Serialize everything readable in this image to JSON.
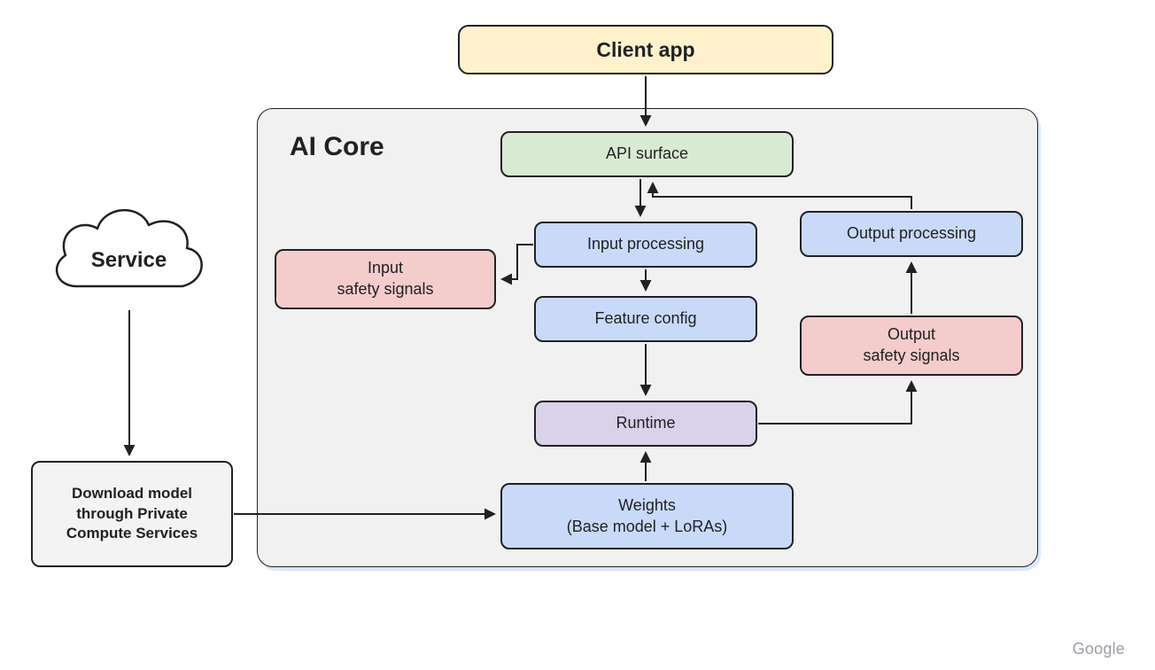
{
  "diagram": {
    "title": "AI Core",
    "footer_logo": "Google",
    "nodes": {
      "client_app": {
        "label": "Client app",
        "fill": "#FFF2CC"
      },
      "api_surface": {
        "label": "API surface",
        "fill": "#D9EAD3"
      },
      "input_processing": {
        "label": "Input processing",
        "fill": "#C9DAF8"
      },
      "input_safety_signals": {
        "label": "Input\nsafety signals",
        "fill": "#F4CCCC"
      },
      "feature_config": {
        "label": "Feature config",
        "fill": "#C9DAF8"
      },
      "output_processing": {
        "label": "Output processing",
        "fill": "#C9DAF8"
      },
      "output_safety_signals": {
        "label": "Output\nsafety signals",
        "fill": "#F4CCCC"
      },
      "runtime": {
        "label": "Runtime",
        "fill": "#D9D2E9"
      },
      "weights": {
        "label": "Weights\n(Base model + LoRAs)",
        "fill": "#C9DAF8"
      },
      "service": {
        "label": "Service",
        "fill": "#FFFFFF"
      },
      "download_model": {
        "label": "Download model\nthrough Private\nCompute Services",
        "fill": "#F3F3F3"
      }
    },
    "edges": [
      {
        "from": "client_app",
        "to": "api_surface"
      },
      {
        "from": "api_surface",
        "to": "input_processing"
      },
      {
        "from": "output_processing",
        "to": "api_surface"
      },
      {
        "from": "input_processing",
        "to": "input_safety_signals"
      },
      {
        "from": "input_processing",
        "to": "feature_config"
      },
      {
        "from": "feature_config",
        "to": "runtime"
      },
      {
        "from": "weights",
        "to": "runtime"
      },
      {
        "from": "runtime",
        "to": "output_safety_signals"
      },
      {
        "from": "output_safety_signals",
        "to": "output_processing"
      },
      {
        "from": "service",
        "to": "download_model"
      },
      {
        "from": "download_model",
        "to": "weights"
      }
    ],
    "colors": {
      "yellow": "#FFF2CC",
      "green": "#D9EAD3",
      "blue": "#C9DAF8",
      "pink": "#F4CCCC",
      "purple": "#D9D2E9",
      "container_gray": "#F1F1F1",
      "box_gray": "#F3F3F3",
      "border_dark": "#202124",
      "text": "#202124",
      "arrow": "#202124",
      "logo_gray": "#9AA0A6"
    }
  }
}
